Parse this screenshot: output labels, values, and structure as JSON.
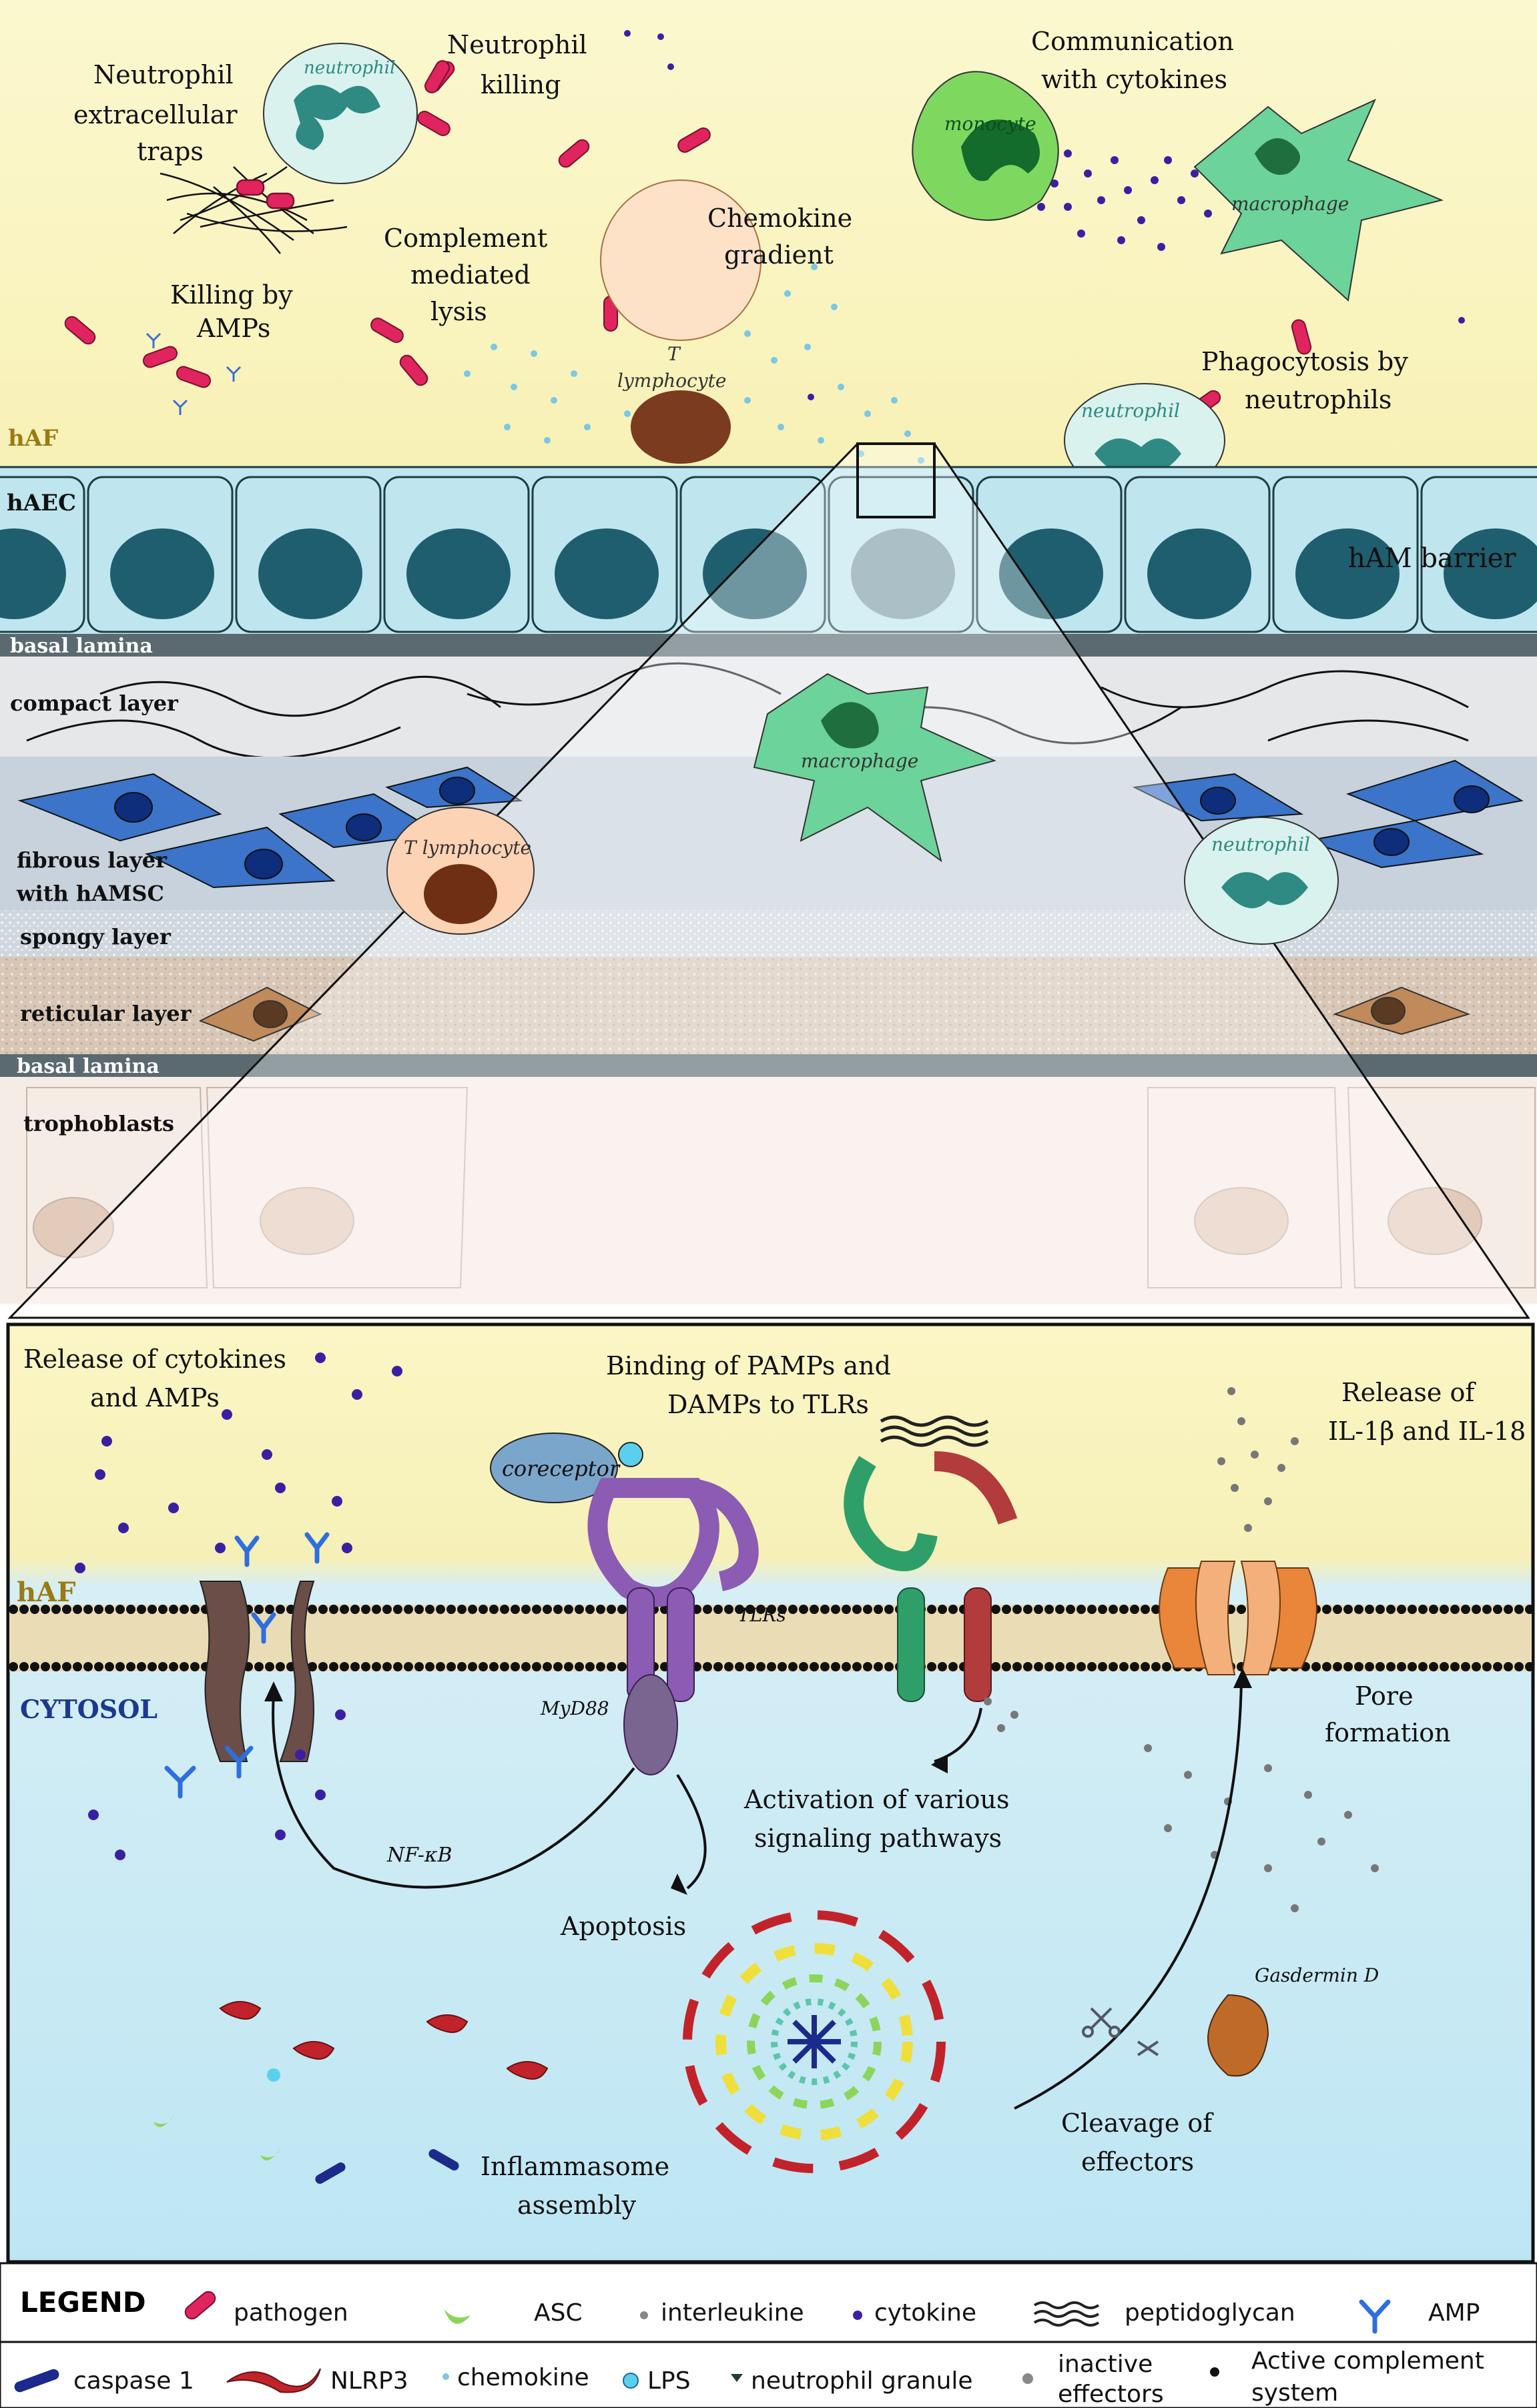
{
  "top_labels": {
    "net_1": "Neutrophil",
    "net_2": "extracellular",
    "net_3": "traps",
    "nk_1": "Neutrophil",
    "nk_2": "killing",
    "comm_1": "Communication",
    "comm_2": "with cytokines",
    "cml_1": "Complement",
    "cml_2": "mediated",
    "cml_3": "lysis",
    "chemo_1": "Chemokine",
    "chemo_2": "gradient",
    "amp_1": "Killing by",
    "amp_2": "AMPs",
    "phago_1": "Phagocytosis by",
    "phago_2": "neutrophils"
  },
  "cells": {
    "neutrophil": "neutrophil",
    "monocyte": "monocyte",
    "macrophage": "macrophage",
    "t_lymph_1": "T",
    "t_lymph_2": "lymphocyte",
    "t_lymphocyte": "T lymphocyte"
  },
  "layers": {
    "haf": "hAF",
    "haec": "hAEC",
    "ham_barrier": "hAM  barrier",
    "basal_lamina": "basal lamina",
    "compact": "compact layer",
    "fibrous_1": "fibrous layer",
    "fibrous_2": "with hAMSC",
    "spongy": "spongy layer",
    "reticular": "reticular layer",
    "trophoblasts": "trophoblasts"
  },
  "inset": {
    "release_1": "Release of cytokines",
    "release_2": "and AMPs",
    "binding_1": "Binding of PAMPs and",
    "binding_2": "DAMPs to TLRs",
    "il_1": "Release of",
    "il_2": "IL-1β and IL-18",
    "haf": "hAF",
    "cytosol": "CYTOSOL",
    "coreceptor": "coreceptor",
    "tlrs": "TLRs",
    "myd88": "MyD88",
    "nfkb": "NF-κB",
    "activation_1": "Activation of various",
    "activation_2": "signaling pathways",
    "apoptosis": "Apoptosis",
    "pore_1": "Pore",
    "pore_2": "formation",
    "gasdermin": "Gasdermin D",
    "cleavage_1": "Cleavage of",
    "cleavage_2": "effectors",
    "infl_1": "Inflammasome",
    "infl_2": "assembly"
  },
  "legend": {
    "title": "LEGEND",
    "pathogen": "pathogen",
    "asc": "ASC",
    "interleukine": "interleukine",
    "cytokine": "cytokine",
    "peptidoglycan": "peptidoglycan",
    "amp": "AMP",
    "caspase": "caspase 1",
    "nlrp3": "NLRP3",
    "chemokine": "chemokine",
    "lps": "LPS",
    "granule": "neutrophil granule",
    "inactive_1": "inactive",
    "inactive_2": "effectors",
    "active_1": "Active complement",
    "active_2": "system"
  },
  "colors": {
    "af_yellow": "#fbf7c2",
    "epithelium": "#bfe6ef",
    "nucleus": "#1f5e6e",
    "pathogen": "#e0245e",
    "cytokine": "#3b1fa3",
    "chemokine": "#7ac7e8",
    "macrophage": "#6cd39a",
    "monocyte": "#7ed860",
    "fibroblast": "#3b74c9",
    "tlr_purple": "#8c5bb3",
    "tlr_green": "#2f9f6a",
    "tlr_red": "#b23b3b",
    "gasdermin": "#e9863a"
  }
}
